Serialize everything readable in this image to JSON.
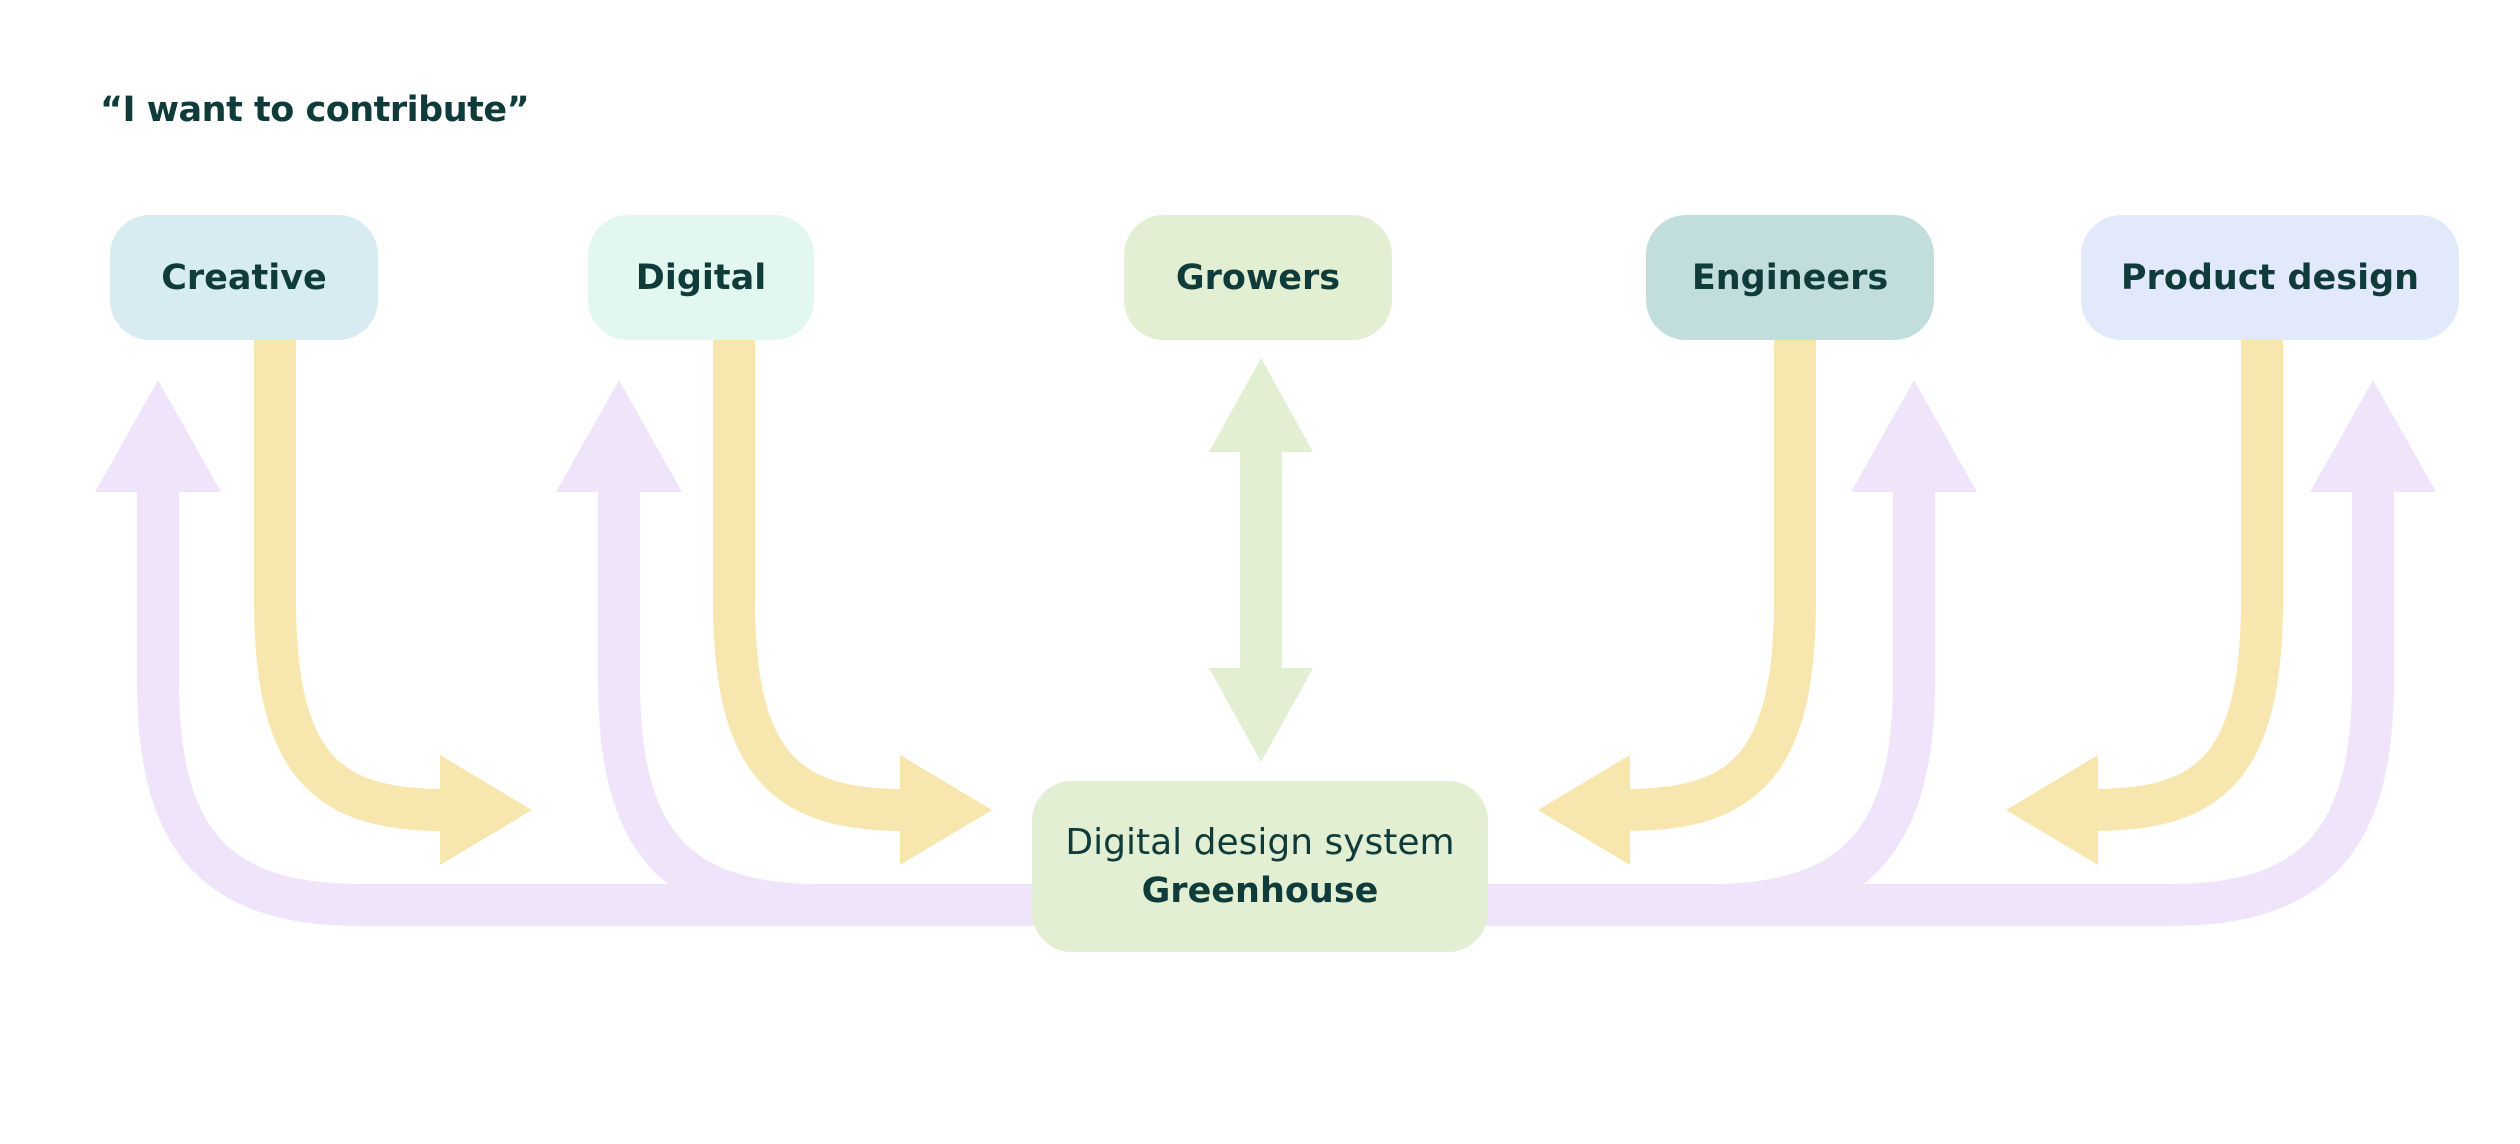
{
  "diagram": {
    "title": "“I want to contribute”",
    "nodes": [
      {
        "id": "creative",
        "label": "Creative",
        "color": "#d6ecf0"
      },
      {
        "id": "digital",
        "label": "Digital",
        "color": "#e2f7ef"
      },
      {
        "id": "growers",
        "label": "Growers",
        "color": "#e3efd2"
      },
      {
        "id": "engineers",
        "label": "Engineers",
        "color": "#c2dedc"
      },
      {
        "id": "product-design",
        "label": "Product design",
        "color": "#e2e9fb"
      }
    ],
    "center": {
      "line1": "Digital design system",
      "line2": "Greenhouse",
      "color": "#e3efd2"
    },
    "arrow_colors": {
      "contribute": "#f7e6ad",
      "consume": "#f0e4fb",
      "two_way": "#e3efd2"
    },
    "text_color": "#0f3b3a"
  }
}
